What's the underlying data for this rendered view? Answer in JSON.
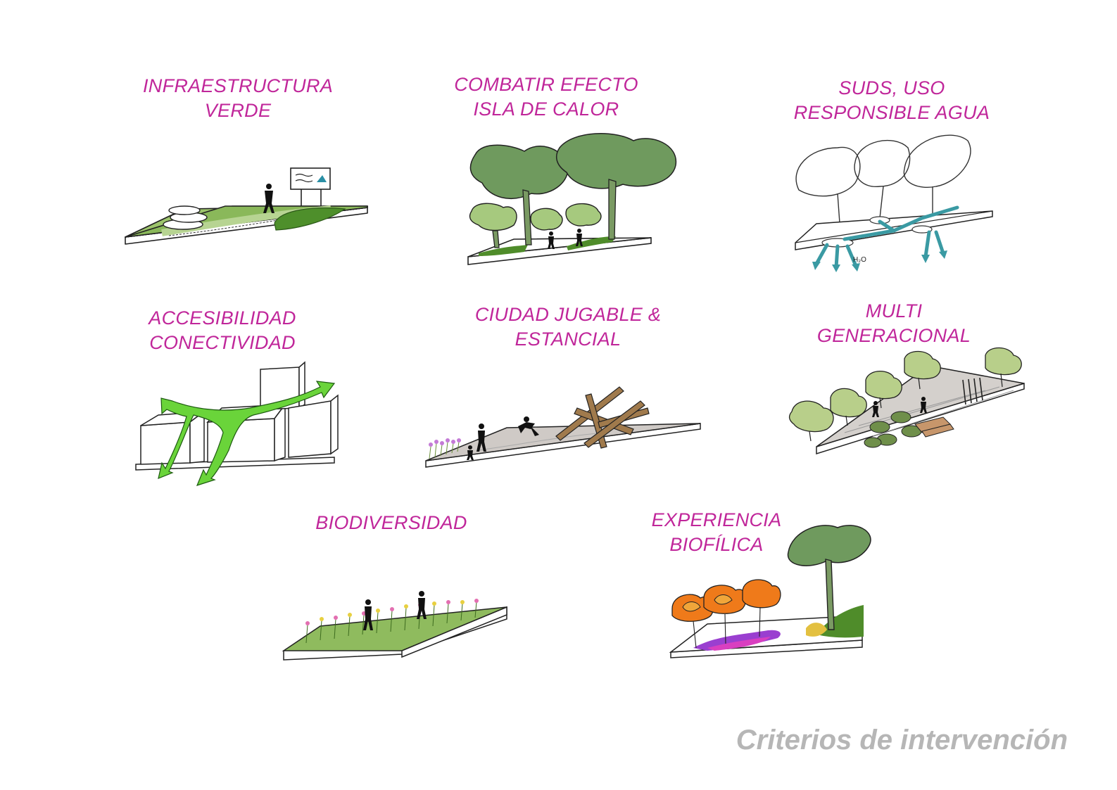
{
  "panels": [
    {
      "id": "infra",
      "lines": [
        "INFRAESTRUCTURA",
        "VERDE"
      ]
    },
    {
      "id": "calor",
      "lines": [
        "COMBATIR EFECTO",
        "ISLA DE CALOR"
      ]
    },
    {
      "id": "suds",
      "lines": [
        "SUDS, USO",
        "RESPONSIBLE AGUA"
      ]
    },
    {
      "id": "acces",
      "lines": [
        "ACCESIBILIDAD",
        "CONECTIVIDAD"
      ]
    },
    {
      "id": "ciudad",
      "lines": [
        "CIUDAD JUGABLE &",
        "ESTANCIAL"
      ]
    },
    {
      "id": "multi",
      "lines": [
        "MULTI",
        "GENERACIONAL"
      ]
    },
    {
      "id": "bio",
      "lines": [
        "BIODIVERSIDAD"
      ]
    },
    {
      "id": "exp",
      "lines": [
        "EXPERIENCIA",
        "BIOFÍLICA"
      ]
    }
  ],
  "suds_sketch_text": "H₂O",
  "footer": "Criterios de intervención",
  "colors": {
    "label": "#c0269a",
    "footer": "#b6b6b6",
    "grass": "#7fae4a",
    "tree": "#6f9a5e",
    "water": "#3a9aa3",
    "path_arrow": "#6ad43a",
    "pavement": "#cfcac6"
  }
}
